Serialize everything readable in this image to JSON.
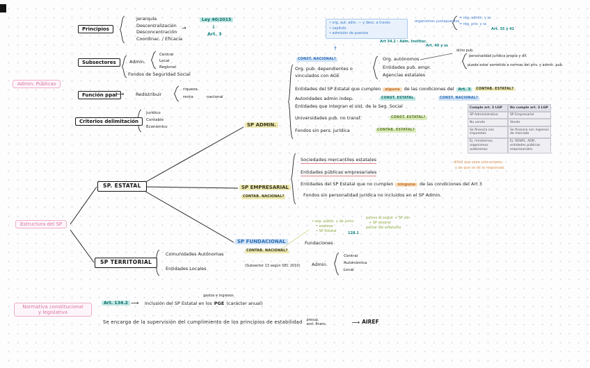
{
  "labels": {
    "admin_publicas": "Admin. Públicas",
    "estructura_sp": "Estructura del SP",
    "normativa_l1": "Normativa constitucional",
    "normativa_l2": "y legislativa"
  },
  "principios": {
    "title": "Principios",
    "items": [
      "Jerarquía",
      "Descentralización",
      "Desconcentración",
      "Coordinac. / Eficacia"
    ],
    "ley": "Ley 40/2015",
    "down_arrow": "↓",
    "art": "Art. 3"
  },
  "subsectores": {
    "title": "Subsectores",
    "admin": "Admin.",
    "levels": [
      "Central",
      "Local",
      "Regional"
    ],
    "fondos": "Fondos de Seguridad Social"
  },
  "funcion": {
    "title": "Función ppal",
    "verb": "Redistribuir",
    "items": [
      "riqueza",
      "renta"
    ],
    "suffix": "nacional"
  },
  "criterios": {
    "title": "Criterios delimitación",
    "items": [
      "Jurídico",
      "Contable",
      "Económico"
    ]
  },
  "tree": {
    "estatal": "SP. ESTATAL",
    "admin": "SP ADMIN.",
    "empresarial": "SP EMPRESARIAL",
    "empresarial_tag": "CONTAB. NACIONAL?",
    "fundacional": "SP FUNDACIONAL",
    "fundacional_tag": "CONTAB. NACIONAL?",
    "fundacional_label": "Fundaciones",
    "territorial": "SP TERRITORIAL"
  },
  "blue_box": {
    "line1": "• org. aut. adm. — y desc. a través",
    "line2": "• capítulo",
    "line3": "• admisión de puestos",
    "ref1": "Art 34.2 : Adm. Instituc.",
    "ref2": "Art. 40 y ss",
    "up_arrow": "↑"
  },
  "top_note": {
    "blue": "organismos yuxtapuestos",
    "sub1": "= rég. admin. y ss",
    "sub2": "= rég. priv. y ss",
    "ref": "Art. 35 y 41"
  },
  "sp_admin": {
    "tag_top": "CONST. NACIONAL?",
    "line1a": "Org. pub. dependientes o",
    "line1b": "vinculados con AGE",
    "org1": "Org. autónomos",
    "org2": "Entidades pub. empr.",
    "org3": "Agencias estatales",
    "dcho": "dcho pub.",
    "dcho1": "personalidad jurídica propia y dif.",
    "dcho2": "puede estar sometido a normas del priv. y admin. pub.",
    "line2a": "Entidades del SP Estatal que cumplen",
    "line2_hl": "alguna",
    "line2b": "de las condiciones del",
    "line2_art": "Art. 3",
    "line2_tag": "CONTAB. ESTATAL?",
    "line3": "Autoridades admin indep.",
    "line3_tag1": "CONST. ESTATAL",
    "line3_tag2": "CONST. NACIONAL?",
    "line4": "Entidades que integran el sist. de la Seg. Social",
    "line5": "Universidades pub. no transf.",
    "line5_tag": "CONST. ESTATAL?",
    "line6": "Fondos sin pers. jurídica",
    "line6_tag": "CONTAB. ESTATAL?"
  },
  "table": {
    "headers": [
      "Cumple art. 3 LGP",
      "No cumple art. 3 LGP"
    ],
    "rows": [
      [
        "SP Administrativo",
        "SP Empresarial"
      ],
      [
        "No vende",
        "Vende"
      ],
      [
        "Se financia con impuestos",
        "Se financia con ingresos de mercado"
      ],
      [
        "Ej. ministerios, organismos autónomos",
        "Ej. RENFE, ADIF, entidades públicas empresariales"
      ]
    ]
  },
  "sp_empresarial": {
    "item1": "Sociedades mercantiles estatales",
    "item2": "Entidades públicas empresariales",
    "orange1": "difícil que sean solo empres.",
    "orange2": "y de que se dé la responsab.",
    "line3a": "Entidades del SP Estatal que no cumplen",
    "line3_hl": "ninguna",
    "line3b": "de las condiciones del Art 3",
    "line4": "Fondos sin personalidad jurídica no incluidos en el SP Admin."
  },
  "sp_fundacional": {
    "noteA1": "• exp. públic. y de junio:",
    "noteA2": "• expresa",
    "noteA3": "• SP Estatal",
    "noteA_ref": "128.1",
    "noteB1": "pasivo al seguir + SP son",
    "noteB2": "+ SP several",
    "noteB3": "pactar del estatutos"
  },
  "sp_territorial": {
    "item1": "Comunidades Autónomas",
    "item2": "Entidades Locales",
    "note": "(Subsector 13 según SEC 2010)",
    "admin": "Admin.",
    "levels": [
      "Central",
      "Autonómica",
      "Local"
    ]
  },
  "bottom": {
    "art": "Art. 134.2",
    "incl_a": "Inclusión del SP Estatal en los",
    "incl_pge": "PGE",
    "sup": "gastos e ingresos",
    "incl_b": "(carácter anual)",
    "line2": "Se encarga de la supervisión del cumplimiento de los principios de estabilidad",
    "stack_top": "presup.",
    "stack_bottom": "sost. financ.",
    "airef": "AIREF"
  }
}
